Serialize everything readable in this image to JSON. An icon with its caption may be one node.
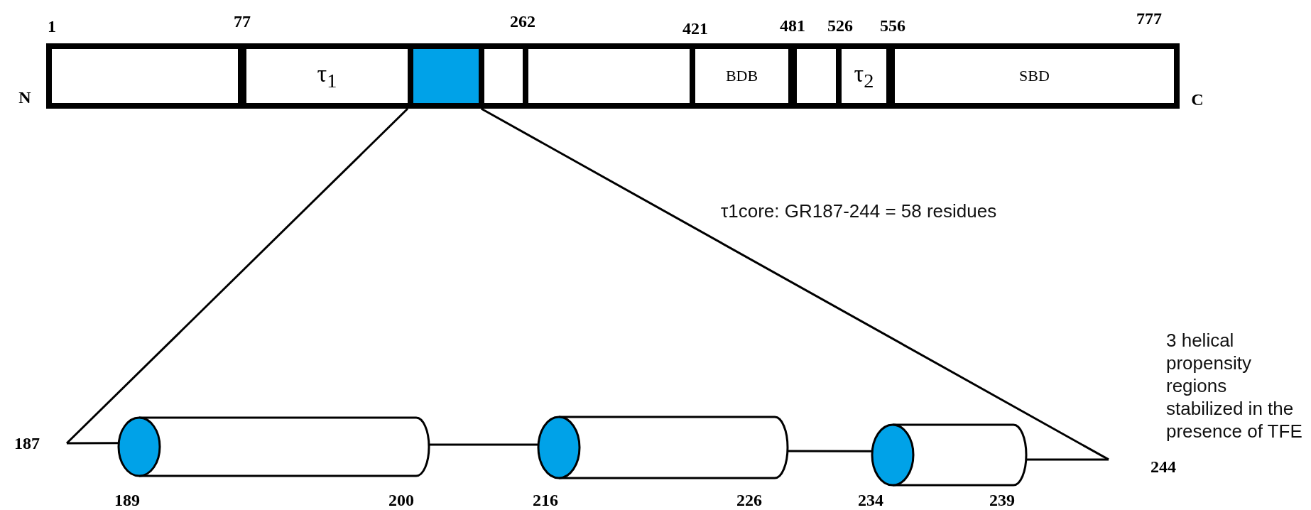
{
  "diagram": {
    "nodes": [
      {
        "text": [],
        "shape": "box"
      },
      {
        "text": [
          "τ$_{1}$"
        ]
      },
      {
        "text": [],
        "shape": "box"
      },
      {
        "text": [],
        "shape": "box"
      },
      {
        "text": [],
        "shape": "box"
      },
      {
        "text": [
          "BDB"
        ]
      },
      {
        "text": [],
        "shape": "box"
      },
      {
        "text": [
          "τ$_{2}$"
        ]
      },
      {
        "text": [
          "SBD"
        ]
      },
      {
        "text": [
          "187"
        ]
      },
      {
        "text": [],
        "shape": "cylinder"
      },
      {
        "text": [],
        "shape": "cylinder"
      },
      {
        "text": [],
        "shape": "cylinder"
      },
      {
        "text": [
          "244"
        ]
      }
    ],
    "edges": [
      {
        "from": 2,
        "to": 9,
        "arrow": "none"
      },
      {
        "from": 9,
        "to": 10,
        "arrow": "none"
      },
      {
        "from": 10,
        "to": 11,
        "arrow": "none"
      },
      {
        "from": 11,
        "to": 12,
        "arrow": "none"
      },
      {
        "from": 12,
        "to": 13,
        "arrow": "none"
      },
      {
        "from": 2,
        "to": 13,
        "arrow": "none"
      }
    ],
    "labels": [
      "1",
      "77",
      "262",
      "421",
      "481",
      "526",
      "556",
      "777",
      "N",
      "C",
      "τ1core: GR187-244 = 58 residues",
      "3 helical propensity regions stabilized in the presence of TFE",
      "189",
      "200",
      "216",
      "226",
      "234",
      "239"
    ]
  }
}
